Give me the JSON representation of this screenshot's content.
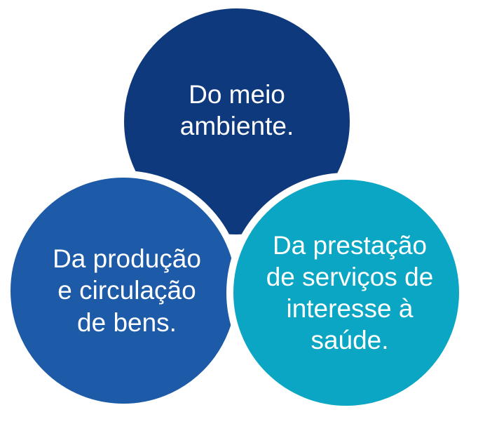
{
  "diagram": {
    "colors": {
      "top": "#0e3a7d",
      "left": "#1d5aa8",
      "right": "#0aa6c4",
      "text": "#ffffff",
      "background": "#ffffff"
    },
    "circles": [
      {
        "lines": [
          "Do meio",
          "ambiente."
        ]
      },
      {
        "lines": [
          "Da produção",
          "e circulação",
          "de bens."
        ]
      },
      {
        "lines": [
          "Da prestação",
          "de serviços de",
          "interesse à",
          "saúde."
        ]
      }
    ]
  }
}
